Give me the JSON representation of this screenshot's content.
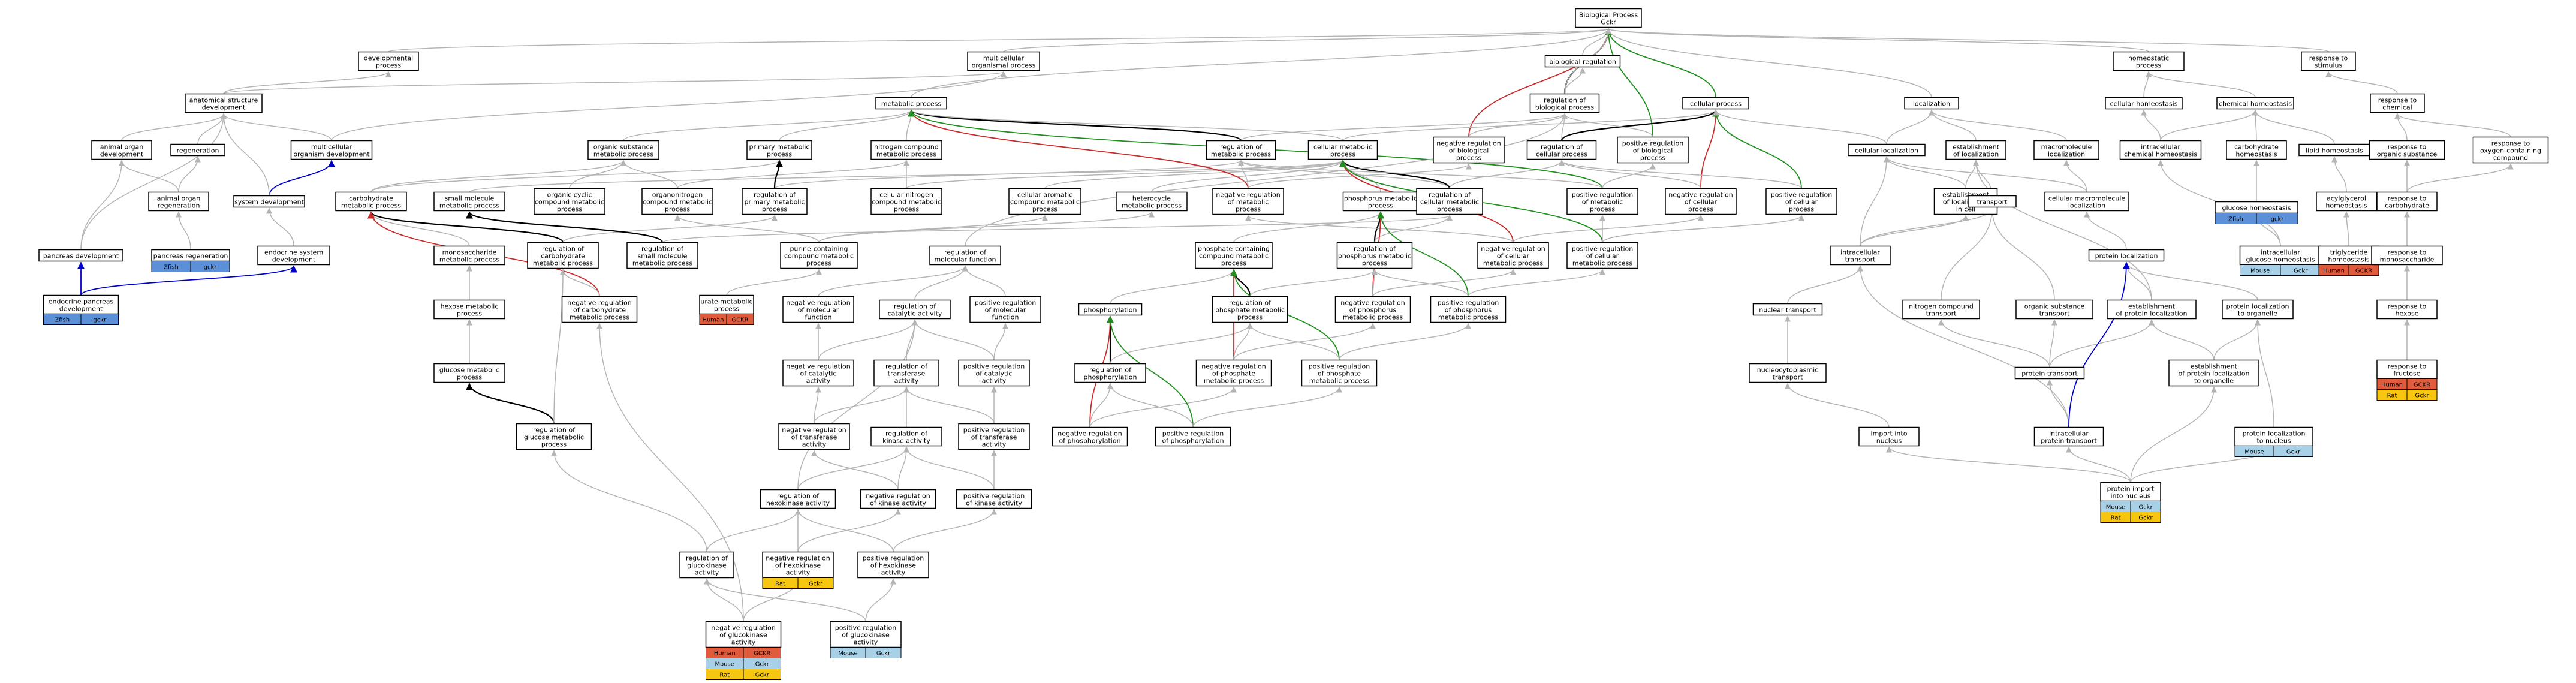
{
  "colors": {
    "Human": "#e05a3c",
    "Mouse": "#a8d0e6",
    "Rat": "#f6c611",
    "Zfish": "#5b8fd8",
    "Gene": "#5b8fd8",
    "gray": "#b4b4b4",
    "black": "#000000",
    "red": "#cc2a2a",
    "green": "#1f8f1f",
    "blue": "#0000cc"
  },
  "nodes": {
    "bp": {
      "lines": [
        "Biological Process",
        "Gckr"
      ]
    },
    "devproc": {
      "lines": [
        "developmental",
        "process"
      ]
    },
    "multorg": {
      "lines": [
        "multicellular",
        "organismal process"
      ]
    },
    "anatdev": {
      "lines": [
        "anatomical structure",
        "development"
      ]
    },
    "animorgdev": {
      "lines": [
        "animal organ",
        "development"
      ]
    },
    "regen": {
      "lines": [
        "regeneration"
      ]
    },
    "multorgdev": {
      "lines": [
        "multicellular",
        "organism development"
      ]
    },
    "animorgregen": {
      "lines": [
        "animal organ",
        "regeneration"
      ]
    },
    "sysdev": {
      "lines": [
        "system development"
      ]
    },
    "pancregen": {
      "lines": [
        "pancreas regeneration"
      ]
    },
    "pancdev": {
      "lines": [
        "pancreas development"
      ]
    },
    "endosysdev": {
      "lines": [
        "endocrine system",
        "development"
      ]
    },
    "endopancdev": {
      "lines": [
        "endocrine pancreas",
        "development"
      ]
    },
    "metproc": {
      "lines": [
        "metabolic process"
      ]
    },
    "biolreg": {
      "lines": [
        "biological regulation"
      ]
    },
    "regbp": {
      "lines": [
        "regulation of",
        "biological process"
      ]
    },
    "cellproc": {
      "lines": [
        "cellular process"
      ]
    },
    "orgsub": {
      "lines": [
        "organic substance",
        "metabolic process"
      ]
    },
    "primmet": {
      "lines": [
        "primary metabolic",
        "process"
      ]
    },
    "nitro": {
      "lines": [
        "nitrogen compound",
        "metabolic process"
      ]
    },
    "regmet": {
      "lines": [
        "regulation of",
        "metabolic process"
      ]
    },
    "cellmet": {
      "lines": [
        "cellular metabolic",
        "process"
      ]
    },
    "negregbp": {
      "lines": [
        "negative regulation",
        "of biological",
        "process"
      ]
    },
    "regcellproc": {
      "lines": [
        "regulation of",
        "cellular process"
      ]
    },
    "posregbp": {
      "lines": [
        "positive regulation",
        "of biological",
        "process"
      ]
    },
    "carbmet": {
      "lines": [
        "carbohydrate",
        "metabolic process"
      ]
    },
    "smallmol": {
      "lines": [
        "small molecule",
        "metabolic process"
      ]
    },
    "orgcyc": {
      "lines": [
        "organic cyclic",
        "compound metabolic",
        "process"
      ]
    },
    "organonitro": {
      "lines": [
        "organonitrogen",
        "compound metabolic",
        "process"
      ]
    },
    "regprimmet": {
      "lines": [
        "regulation of",
        "primary metabolic",
        "process"
      ]
    },
    "cellnitro": {
      "lines": [
        "cellular nitrogen",
        "compound metabolic",
        "process"
      ]
    },
    "cellarom": {
      "lines": [
        "cellular aromatic",
        "compound metabolic",
        "process"
      ]
    },
    "heterocyc": {
      "lines": [
        "heterocycle",
        "metabolic process"
      ]
    },
    "negregmet": {
      "lines": [
        "negative regulation",
        "of metabolic",
        "process"
      ]
    },
    "phosmet": {
      "lines": [
        "phosphorus metabolic",
        "process"
      ]
    },
    "regcellmet": {
      "lines": [
        "regulation of",
        "cellular metabolic",
        "process"
      ]
    },
    "posregmet": {
      "lines": [
        "positive regulation",
        "of metabolic",
        "process"
      ]
    },
    "negregcellproc": {
      "lines": [
        "negative regulation",
        "of cellular",
        "process"
      ]
    },
    "posregcellproc": {
      "lines": [
        "positive regulation",
        "of cellular",
        "process"
      ]
    },
    "monosacc": {
      "lines": [
        "monosaccharide",
        "metabolic process"
      ]
    },
    "regcarb": {
      "lines": [
        "regulation of",
        "carbohydrate",
        "metabolic process"
      ]
    },
    "regsmall": {
      "lines": [
        "regulation of",
        "small molecule",
        "metabolic process"
      ]
    },
    "purine": {
      "lines": [
        "purine-containing",
        "compound metabolic",
        "process"
      ]
    },
    "regmolfn": {
      "lines": [
        "regulation of",
        "molecular function"
      ]
    },
    "phoscont": {
      "lines": [
        "phosphate-containing",
        "compound metabolic",
        "process"
      ]
    },
    "regphosmet": {
      "lines": [
        "regulation of",
        "phosphorus metabolic",
        "process"
      ]
    },
    "negregcellmet": {
      "lines": [
        "negative regulation",
        "of cellular",
        "metabolic process"
      ]
    },
    "posregcellmet": {
      "lines": [
        "positive regulation",
        "of cellular",
        "metabolic process"
      ]
    },
    "hexose": {
      "lines": [
        "hexose metabolic",
        "process"
      ]
    },
    "negregcarb": {
      "lines": [
        "negative regulation",
        "of carbohydrate",
        "metabolic process"
      ]
    },
    "urate": {
      "lines": [
        "urate metabolic",
        "process"
      ]
    },
    "negregmolfn": {
      "lines": [
        "negative regulation",
        "of molecular",
        "function"
      ]
    },
    "regcatact": {
      "lines": [
        "regulation of",
        "catalytic activity"
      ]
    },
    "posregmolfn": {
      "lines": [
        "positive regulation",
        "of molecular",
        "function"
      ]
    },
    "phosphorylation": {
      "lines": [
        "phosphorylation"
      ]
    },
    "regphosconte": {
      "lines": [
        "regulation of",
        "phosphate metabolic",
        "process"
      ]
    },
    "negregphosmet": {
      "lines": [
        "negative regulation",
        "of phosphorus",
        "metabolic process"
      ]
    },
    "posregphosmet": {
      "lines": [
        "positive regulation",
        "of phosphorus",
        "metabolic process"
      ]
    },
    "glucmet": {
      "lines": [
        "glucose metabolic",
        "process"
      ]
    },
    "negregcatact": {
      "lines": [
        "negative regulation",
        "of catalytic",
        "activity"
      ]
    },
    "regtransf": {
      "lines": [
        "regulation of",
        "transferase",
        "activity"
      ]
    },
    "posregcatact": {
      "lines": [
        "positive regulation",
        "of catalytic",
        "activity"
      ]
    },
    "regphosph": {
      "lines": [
        "regulation of",
        "phosphorylation"
      ]
    },
    "negregphosconte": {
      "lines": [
        "negative regulation",
        "of phosphate",
        "metabolic process"
      ]
    },
    "posregphosconte": {
      "lines": [
        "positive regulation",
        "of phosphate",
        "metabolic process"
      ]
    },
    "regglucmet": {
      "lines": [
        "regulation of",
        "glucose metabolic",
        "process"
      ]
    },
    "negregtransf": {
      "lines": [
        "negative regulation",
        "of transferase",
        "activity"
      ]
    },
    "regkinase": {
      "lines": [
        "regulation of",
        "kinase activity"
      ]
    },
    "posregtransf": {
      "lines": [
        "positive regulation",
        "of transferase",
        "activity"
      ]
    },
    "negregphosph": {
      "lines": [
        "negative regulation",
        "of phosphorylation"
      ]
    },
    "posregphosph": {
      "lines": [
        "positive regulation",
        "of phosphorylation"
      ]
    },
    "reghexok": {
      "lines": [
        "regulation of",
        "hexokinase activity"
      ]
    },
    "negregkinase": {
      "lines": [
        "negative regulation",
        "of kinase activity"
      ]
    },
    "posregkinase": {
      "lines": [
        "positive regulation",
        "of kinase activity"
      ]
    },
    "reggluck": {
      "lines": [
        "regulation of",
        "glucokinase",
        "activity"
      ]
    },
    "negreghexok": {
      "lines": [
        "negative regulation",
        "of hexokinase",
        "activity"
      ]
    },
    "posreghexok": {
      "lines": [
        "positive regulation",
        "of hexokinase",
        "activity"
      ]
    },
    "negreggluck": {
      "lines": [
        "negative regulation",
        "of glucokinase",
        "activity"
      ]
    },
    "posreggluck": {
      "lines": [
        "positive regulation",
        "of glucokinase",
        "activity"
      ]
    },
    "localization": {
      "lines": [
        "localization"
      ]
    },
    "homeoproc": {
      "lines": [
        "homeostatic",
        "process"
      ]
    },
    "respstim": {
      "lines": [
        "response to",
        "stimulus"
      ]
    },
    "cellloc": {
      "lines": [
        "cellular localization"
      ]
    },
    "establoc": {
      "lines": [
        "establishment",
        "of localization"
      ]
    },
    "macroloc": {
      "lines": [
        "macromolecule",
        "localization"
      ]
    },
    "cellhomeo": {
      "lines": [
        "cellular homeostasis"
      ]
    },
    "chemhomeo": {
      "lines": [
        "chemical homeostasis"
      ]
    },
    "respchem": {
      "lines": [
        "response to",
        "chemical"
      ]
    },
    "establocincell": {
      "lines": [
        "establishment",
        "of localization",
        "in cell"
      ]
    },
    "transport": {
      "lines": [
        "transport"
      ]
    },
    "cellmacroloc": {
      "lines": [
        "cellular macromolecule",
        "localization"
      ]
    },
    "intrachem": {
      "lines": [
        "intracellular",
        "chemical homeostasis"
      ]
    },
    "carbhomeo": {
      "lines": [
        "carbohydrate",
        "homeostasis"
      ]
    },
    "lipidhomeo": {
      "lines": [
        "lipid homeostasis"
      ]
    },
    "resporgsub": {
      "lines": [
        "response to",
        "organic substance"
      ]
    },
    "respoxy": {
      "lines": [
        "response to",
        "oxygen-containing",
        "compound"
      ]
    },
    "glucosehomeo": {
      "lines": [
        "glucose homeostasis"
      ]
    },
    "acylgly": {
      "lines": [
        "acylglycerol",
        "homeostasis"
      ]
    },
    "respcarb": {
      "lines": [
        "response to",
        "carbohydrate"
      ]
    },
    "intratrans": {
      "lines": [
        "intracellular",
        "transport"
      ]
    },
    "protloc": {
      "lines": [
        "protein localization"
      ]
    },
    "intragluc": {
      "lines": [
        "intracellular",
        "glucose homeostasis"
      ]
    },
    "triglyc": {
      "lines": [
        "triglyceride",
        "homeostasis"
      ]
    },
    "respmono": {
      "lines": [
        "response to",
        "monosaccharide"
      ]
    },
    "nucltrans": {
      "lines": [
        "nuclear transport"
      ]
    },
    "nitrotrans": {
      "lines": [
        "nitrogen compound",
        "transport"
      ]
    },
    "orgsubtrans": {
      "lines": [
        "organic substance",
        "transport"
      ]
    },
    "estabprotloc": {
      "lines": [
        "establishment",
        "of protein localization"
      ]
    },
    "protlocorg": {
      "lines": [
        "protein localization",
        "to organelle"
      ]
    },
    "resphexose": {
      "lines": [
        "response to",
        "hexose"
      ]
    },
    "nucleocyto": {
      "lines": [
        "nucleocytoplasmic",
        "transport"
      ]
    },
    "prottrans": {
      "lines": [
        "protein transport"
      ]
    },
    "estabprotlocorg": {
      "lines": [
        "establishment",
        "of protein localization",
        "to organelle"
      ]
    },
    "respfruct": {
      "lines": [
        "response to",
        "fructose"
      ]
    },
    "importnuc": {
      "lines": [
        "import into",
        "nucleus"
      ]
    },
    "intraprottrans": {
      "lines": [
        "intracellular",
        "protein transport"
      ]
    },
    "protlocnuc": {
      "lines": [
        "protein localization",
        "to nucleus"
      ]
    },
    "protimportnuc": {
      "lines": [
        "protein import",
        "into nucleus"
      ]
    }
  },
  "species": {
    "endopancdev": [
      [
        "Zfish",
        "gckr"
      ]
    ],
    "pancregen": [
      [
        "Zfish",
        "gckr"
      ]
    ],
    "urate": [
      [
        "Human",
        "GCKR"
      ]
    ],
    "negreghexok": [
      [
        "Rat",
        "Gckr"
      ]
    ],
    "negreggluck": [
      [
        "Human",
        "GCKR"
      ],
      [
        "Mouse",
        "Gckr"
      ],
      [
        "Rat",
        "Gckr"
      ]
    ],
    "posreggluck": [
      [
        "Mouse",
        "Gckr"
      ]
    ],
    "glucosehomeo": [
      [
        "Zfish",
        "gckr"
      ]
    ],
    "intragluc": [
      [
        "Mouse",
        "Gckr"
      ]
    ],
    "triglyc": [
      [
        "Human",
        "GCKR"
      ]
    ],
    "respfruct": [
      [
        "Human",
        "GCKR"
      ],
      [
        "Rat",
        "Gckr"
      ]
    ],
    "protlocnuc": [
      [
        "Mouse",
        "Gckr"
      ]
    ],
    "protimportnuc": [
      [
        "Mouse",
        "Gckr"
      ],
      [
        "Rat",
        "Gckr"
      ]
    ]
  }
}
